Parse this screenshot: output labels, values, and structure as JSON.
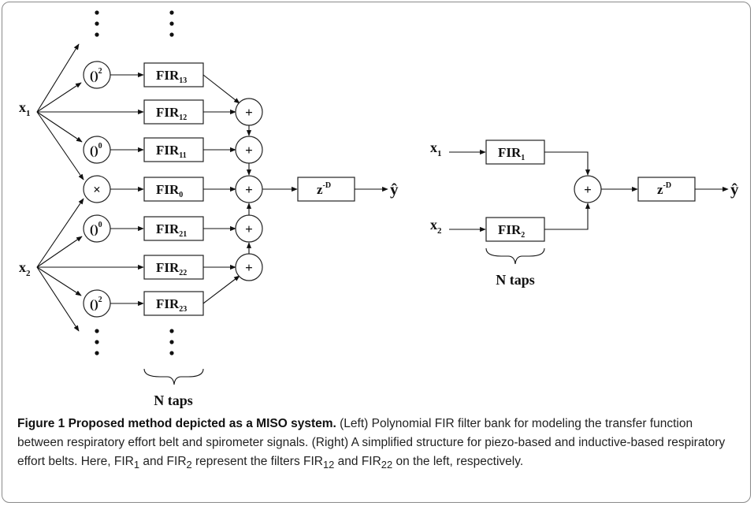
{
  "figure": {
    "left": {
      "inputs": [
        "x",
        "x"
      ],
      "input_subs": [
        "1",
        "2"
      ],
      "nodes": [
        "()",
        "()",
        "×",
        "()",
        "()"
      ],
      "node_sups": [
        "2",
        "0",
        "",
        "0",
        "2"
      ],
      "filters": [
        {
          "base": "FIR",
          "sub": "13"
        },
        {
          "base": "FIR",
          "sub": "12"
        },
        {
          "base": "FIR",
          "sub": "11"
        },
        {
          "base": "FIR",
          "sub": "0"
        },
        {
          "base": "FIR",
          "sub": "21"
        },
        {
          "base": "FIR",
          "sub": "22"
        },
        {
          "base": "FIR",
          "sub": "23"
        }
      ],
      "sum_symbol": "+",
      "delay": {
        "base": "z",
        "sup": "-D"
      },
      "output": "ŷ",
      "taps_label": "N taps"
    },
    "right": {
      "inputs": [
        "x",
        "x"
      ],
      "input_subs": [
        "1",
        "2"
      ],
      "filters": [
        {
          "base": "FIR",
          "sub": "1"
        },
        {
          "base": "FIR",
          "sub": "2"
        }
      ],
      "sum_symbol": "+",
      "delay": {
        "base": "z",
        "sup": "-D"
      },
      "output": "ŷ",
      "taps_label": "N taps"
    }
  },
  "caption": {
    "title": "Figure 1 Proposed method depicted as a MISO system.",
    "text_1": " (Left) Polynomial FIR filter bank for modeling the transfer function between respiratory effort belt and spirometer signals. (Right) A simplified structure for piezo-based and inductive-based respiratory effort belts. Here, FIR",
    "sub_1": "1",
    "text_2": " and FIR",
    "sub_2": "2",
    "text_3": " represent the filters FIR",
    "sub_3": "12",
    "text_4": " and FIR",
    "sub_4": "22",
    "text_5": " on the left, respectively."
  }
}
